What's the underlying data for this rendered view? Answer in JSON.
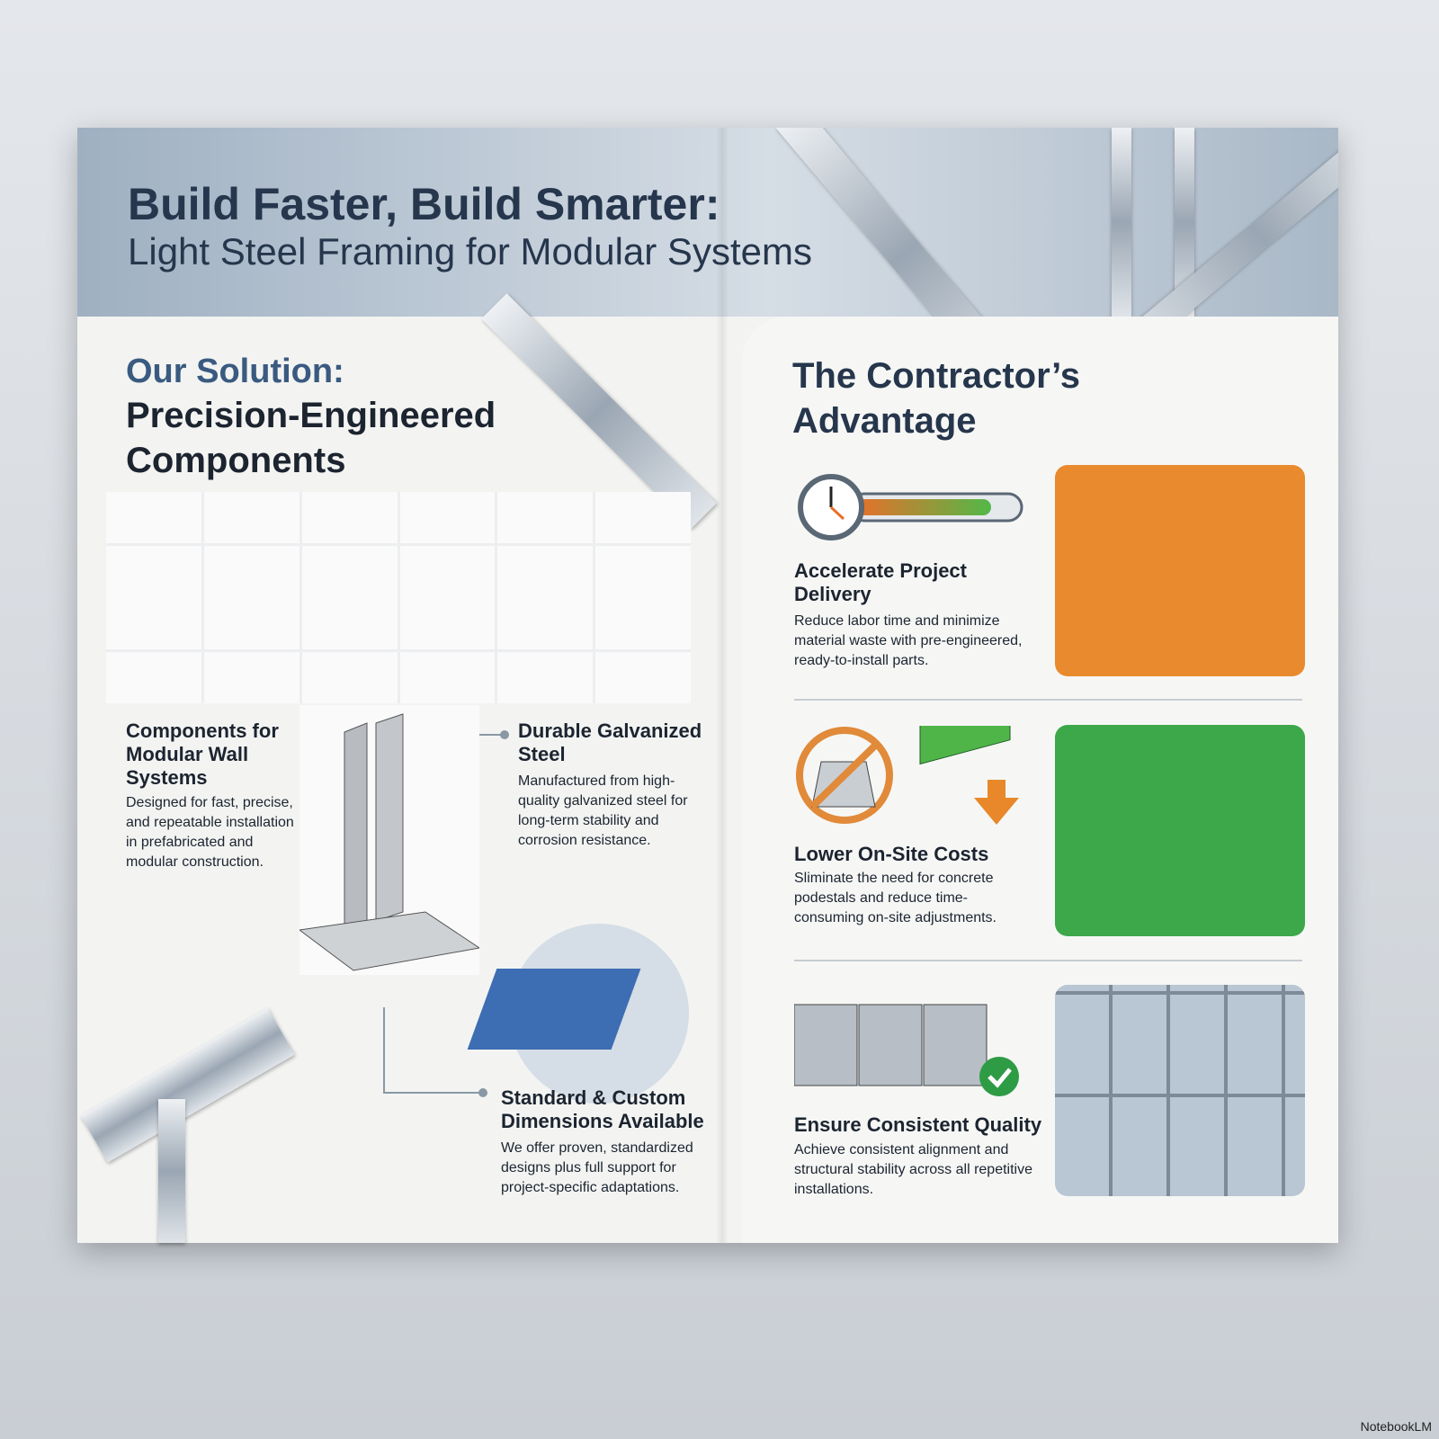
{
  "header": {
    "title": "Build Faster, Build Smarter:",
    "subtitle": "Light Steel Framing for Modular Systems"
  },
  "left": {
    "section_kicker": "Our Solution:",
    "section_title_line1": "Precision-Engineered",
    "section_title_line2": "Components",
    "features": [
      {
        "title": "Components for Modular Wall Systems",
        "text": "Designed for fast, precise, and repeatable installation in prefabricated and modular construction."
      },
      {
        "title": "Durable Galvanized Steel",
        "text": "Manufactured from high-quality galvanized steel for long-term stability and corrosion resistance."
      },
      {
        "title": "Standard & Custom Dimensions Available",
        "text": "We offer proven, standardized designs plus full support for project-specific adaptations."
      }
    ]
  },
  "right": {
    "section_title_line1": "The Contractor’s",
    "section_title_line2": "Advantage",
    "advantages": [
      {
        "title": "Accelerate Project Delivery",
        "text": "Reduce labor time and minimize material waste with pre-engineered, ready-to-install parts.",
        "icon": "stopwatch-progress-icon",
        "tile_color": "#e98a2e"
      },
      {
        "title": "Lower On-Site Costs",
        "text": "Sliminate the need for concrete podestals and reduce time-consuming on-site adjustments.",
        "icon": "no-concrete-money-icon",
        "tile_color": "#3da84a"
      },
      {
        "title": "Ensure Consistent Quality",
        "text": "Achieve consistent alignment and structural stability across all repetitive installations.",
        "icon": "modules-check-icon",
        "tile_color": "#b9c6d3"
      }
    ]
  },
  "watermark": "NotebookLM"
}
